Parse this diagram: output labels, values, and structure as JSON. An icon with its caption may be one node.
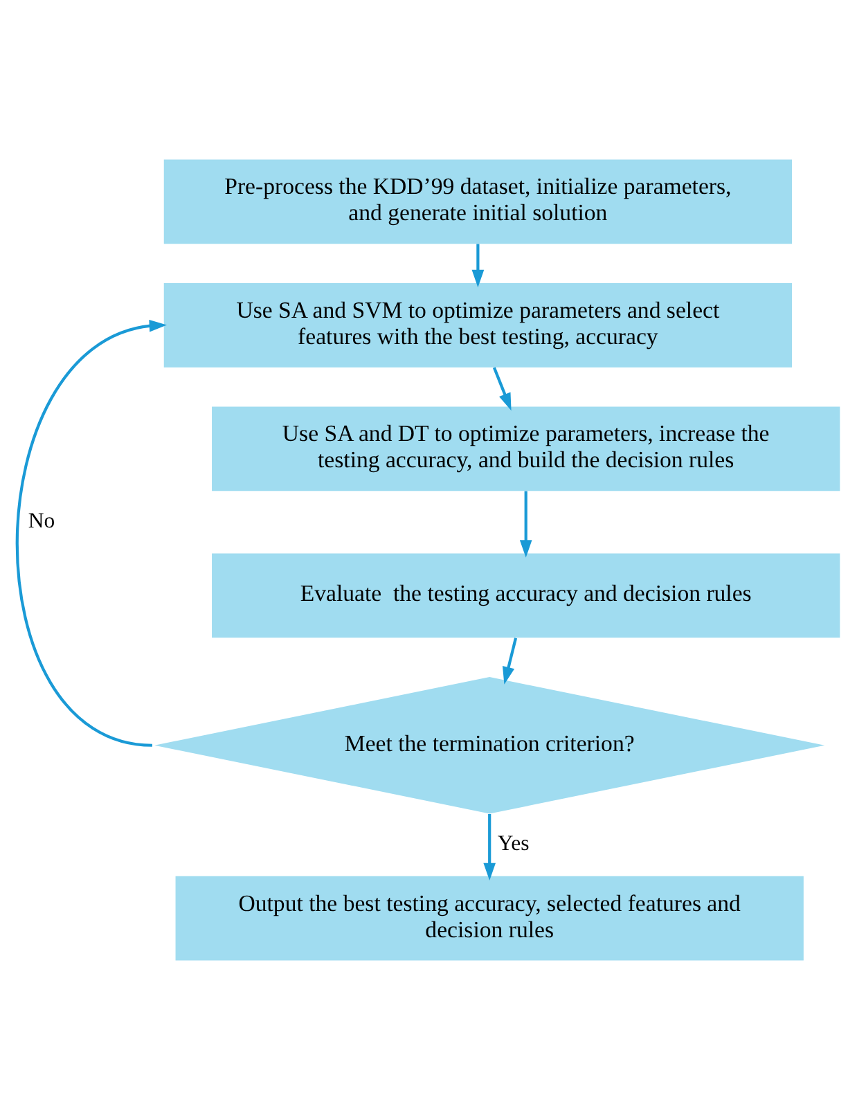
{
  "diagram": {
    "nodes": [
      {
        "text": [
          "Pre-process the KDD’99 dataset, initialize parameters, and generate initial solution"
        ]
      },
      {
        "text": [
          "Use SA and SVM to optimize parameters and select features with the best testing, accuracy"
        ]
      },
      {
        "text": [
          "Use SA and DT to optimize parameters, increase the testing accuracy, and build the decision rules"
        ]
      },
      {
        "text": [
          "Evaluate  the testing accuracy and decision rules"
        ]
      },
      {
        "text": [
          "Meet the termination criterion?"
        ]
      },
      {
        "text": [
          "Output the best testing accuracy, selected features and decision rules"
        ]
      }
    ],
    "edges": [
      {
        "from": 0,
        "to": 1,
        "arrow": "to"
      },
      {
        "from": 1,
        "to": 2,
        "arrow": "to"
      },
      {
        "from": 2,
        "to": 3,
        "arrow": "to"
      },
      {
        "from": 3,
        "to": 4,
        "arrow": "to"
      },
      {
        "from": 4,
        "to": 1,
        "arrow": "to",
        "label": "No"
      },
      {
        "from": 4,
        "to": 5,
        "arrow": "to",
        "label": "Yes"
      }
    ]
  }
}
